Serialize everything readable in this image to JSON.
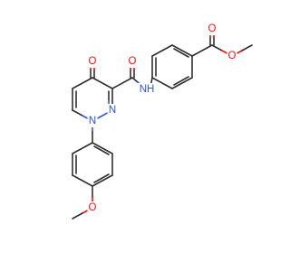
{
  "molecule": {
    "atoms": {
      "o_ketone": "O",
      "o_amide": "O",
      "nh": "NH",
      "n_ring_1": "N",
      "n_ring_2": "N",
      "o_ester_carbonyl": "O",
      "o_ester": "O",
      "o_methoxy": "O"
    },
    "colors": {
      "bond": "#303030",
      "oxygen": "#ff0d0d",
      "nitrogen": "#3050f8"
    }
  }
}
